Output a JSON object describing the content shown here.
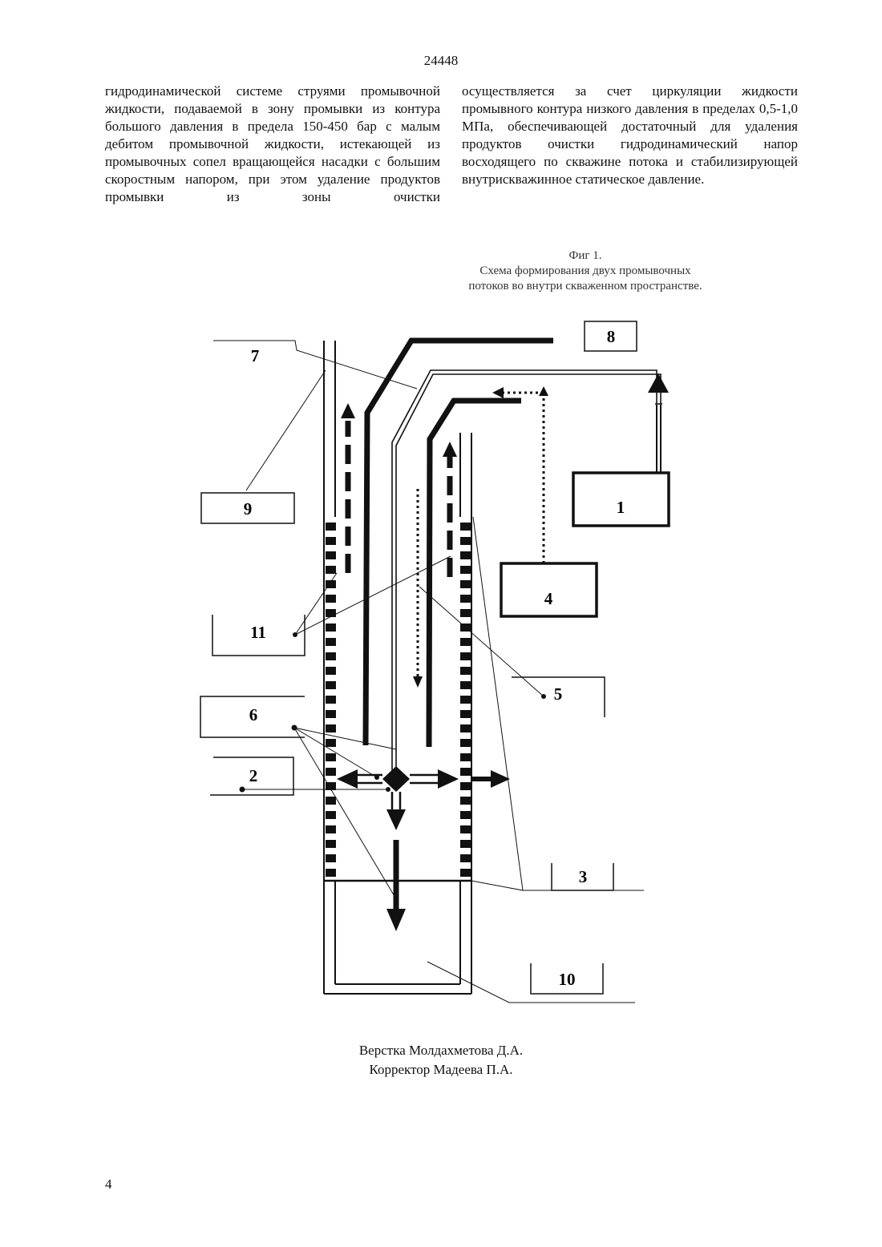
{
  "header": {
    "page_code": "24448"
  },
  "body": {
    "left_column": "гидродинамической системе струями промывочной жидкости, подаваемой в зону промывки из контура большого давления в предела 150-450 бар с малым дебитом промывочной жидкости, истекающей из промывочных сопел вращающейся насадки с большим скоростным напором, при этом удаление продуктов промывки из зоны очистки",
    "right_column": "осуществляется за счет циркуляции жидкости промывного контура низкого давления в пределах 0,5-1,0 МПа, обеспечивающей достаточный для удаления продуктов очистки гидродинамический напор восходящего по скважине потока и стабилизирующей внутрискважинное статическое давление."
  },
  "figure": {
    "caption_title": "Фиг 1.",
    "caption_line1": "Схема формирования двух промывочных",
    "caption_line2": "потоков во внутри скваженном пространстве.",
    "labels": {
      "l1": "1",
      "l2": "2",
      "l3": "3",
      "l4": "4",
      "l5": "5",
      "l6": "6",
      "l7": "7",
      "l8": "8",
      "l9": "9",
      "l10": "10",
      "l11": "11"
    }
  },
  "footer": {
    "layout_credit": "Верстка Молдахметова Д.А.",
    "proof_credit": "Корректор Мадеева П.А.",
    "page_number": "4"
  }
}
